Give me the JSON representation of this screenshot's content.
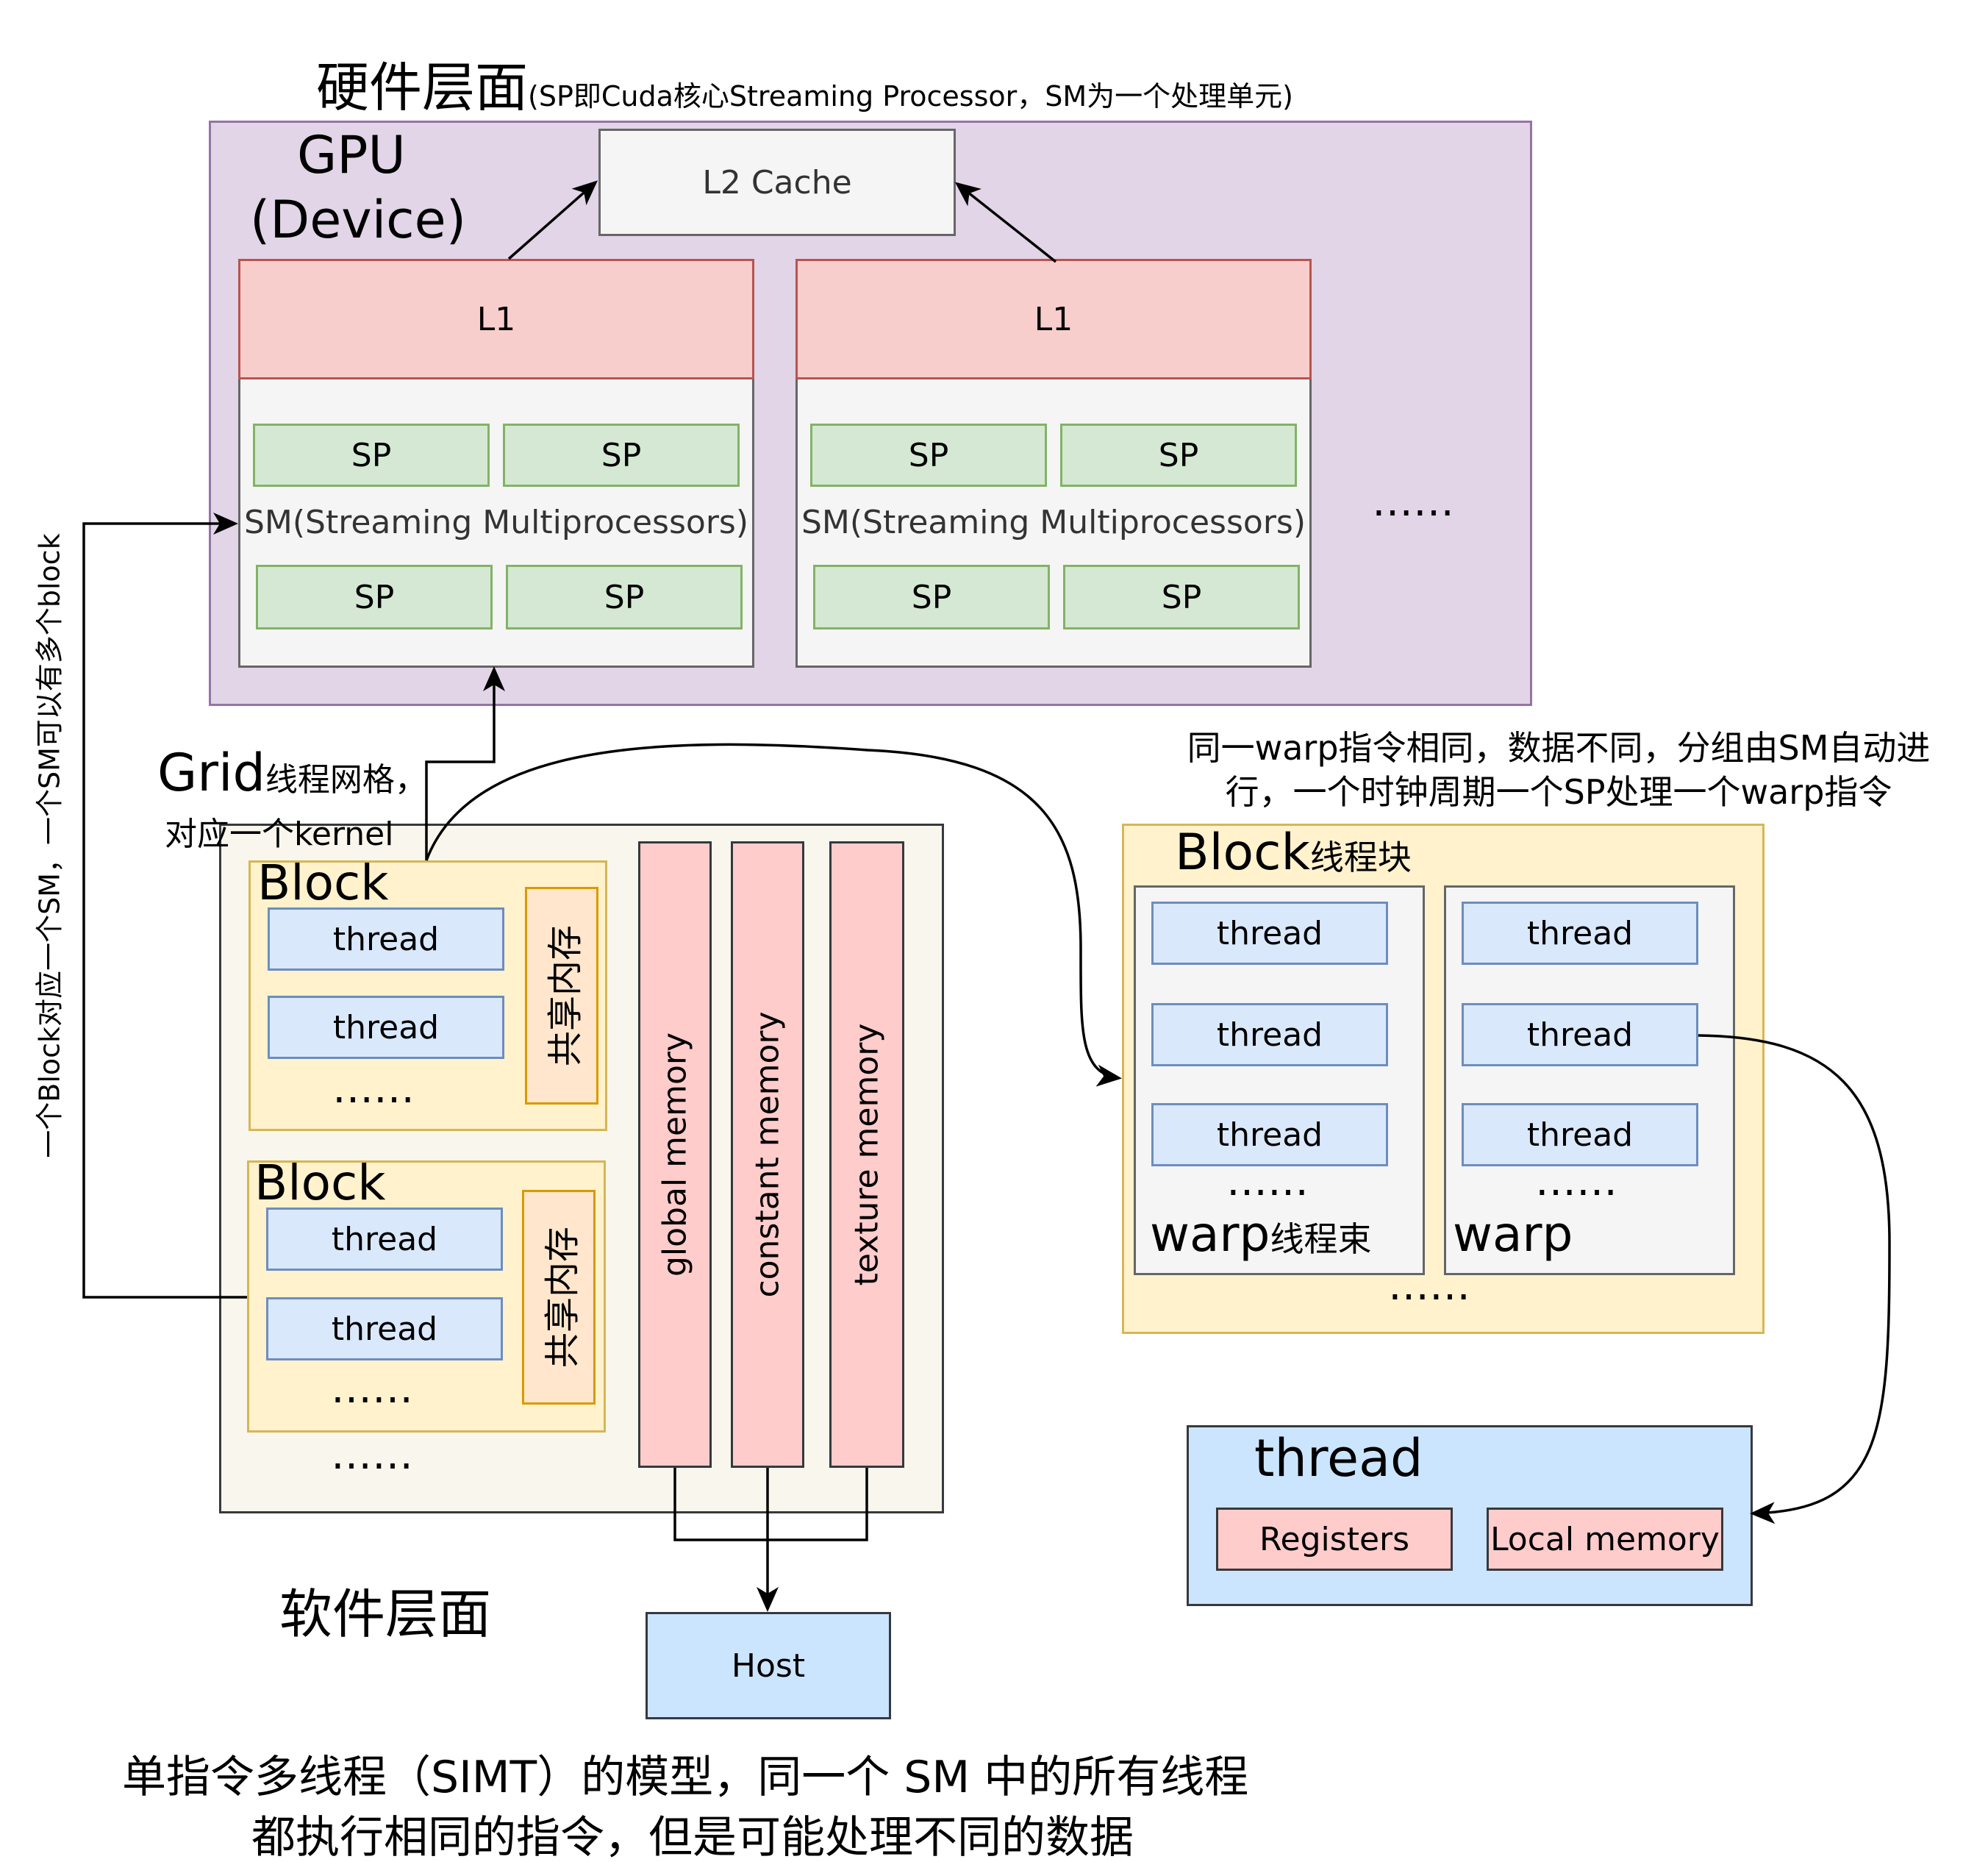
{
  "title": "硬件层面",
  "title_note": "(SP即Cuda核心Streaming Processor，SM为一个处理单元)",
  "gpu": {
    "label_line1": "GPU",
    "label_line2": "(Device)",
    "l2": "L2 Cache",
    "sm_blocks": [
      {
        "l1": "L1",
        "sm_label": "SM(Streaming Multiprocessors)",
        "sp": [
          "SP",
          "SP",
          "SP",
          "SP"
        ]
      },
      {
        "l1": "L1",
        "sm_label": "SM(Streaming Multiprocessors)",
        "sp": [
          "SP",
          "SP",
          "SP",
          "SP"
        ]
      }
    ],
    "more": "……"
  },
  "side_note": "一个Block对应一个SM，一个SM可以有多个block",
  "grid": {
    "title_big": "Grid",
    "title_small": "线程网格，",
    "subtitle": "对应一个kernel",
    "blocks": [
      {
        "title": "Block",
        "threads": [
          "thread",
          "thread"
        ],
        "shared": "共享内存",
        "more": "……"
      },
      {
        "title": "Block",
        "threads": [
          "thread",
          "thread"
        ],
        "shared": "共享内存",
        "more": "……"
      }
    ],
    "more": "……",
    "memories": [
      "global memory",
      "constant memory",
      "texture memory"
    ]
  },
  "software_label": "软件层面",
  "host": "Host",
  "warp_note_line1": "同一warp指令相同，数据不同，分组由SM自动进",
  "warp_note_line2": "行，一个时钟周期一个SP处理一个warp指令",
  "block_detail": {
    "title_big": "Block",
    "title_small": "线程块",
    "warps": [
      {
        "threads": [
          "thread",
          "thread",
          "thread"
        ],
        "more": "……",
        "label_big": "warp",
        "label_small": "线程束"
      },
      {
        "threads": [
          "thread",
          "thread",
          "thread"
        ],
        "more": "……",
        "label_big": "warp",
        "label_small": ""
      }
    ],
    "more": "……"
  },
  "thread_detail": {
    "title": "thread",
    "items": [
      "Registers",
      "Local memory"
    ]
  },
  "bottom_text_line1": "单指令多线程（SIMT）的模型，同一个 SM 中的所有线程",
  "bottom_text_line2": "都执行相同的指令，但是可能处理不同的数据",
  "colors": {
    "gpu_fill": "#e1d5e7",
    "gpu_stroke": "#9673a6",
    "l1_fill": "#f8cecc",
    "l1_stroke": "#b85450",
    "sp_fill": "#d5e8d4",
    "sp_stroke": "#82b366",
    "sm_fill": "#f5f5f5",
    "sm_stroke": "#666666",
    "grid_fill": "#f9f7ed",
    "block_fill": "#fff2cc",
    "block_stroke": "#d6b656",
    "thread_fill": "#dae8fc",
    "thread_stroke": "#6c8ebf",
    "shared_fill": "#ffe6cc",
    "shared_stroke": "#d79b00",
    "mem_fill": "#ffcccc",
    "host_fill": "#cce5ff",
    "host_stroke": "#36393d"
  }
}
